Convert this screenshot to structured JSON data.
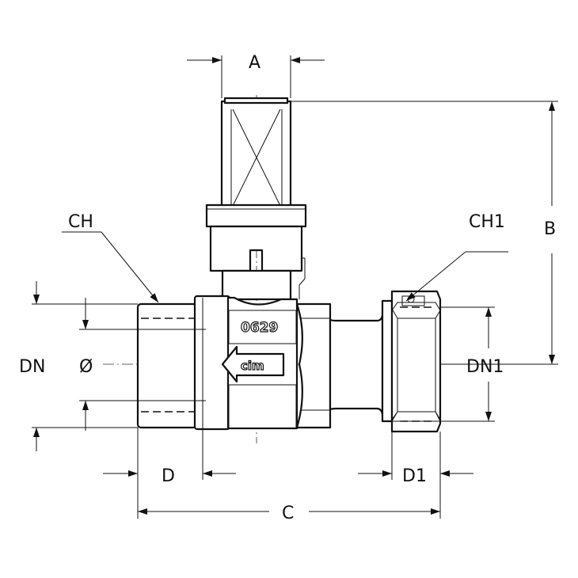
{
  "dimensions": {
    "a": "A",
    "b": "B",
    "c": "C",
    "ch": "CH",
    "ch1": "CH1",
    "dn": "DN",
    "dn1": "DN1",
    "d": "D",
    "d1": "D1",
    "dia": "Ø"
  },
  "markings": {
    "code": "0629",
    "brand": "cim"
  },
  "colors": {
    "line": "#111111",
    "background": "#ffffff"
  }
}
